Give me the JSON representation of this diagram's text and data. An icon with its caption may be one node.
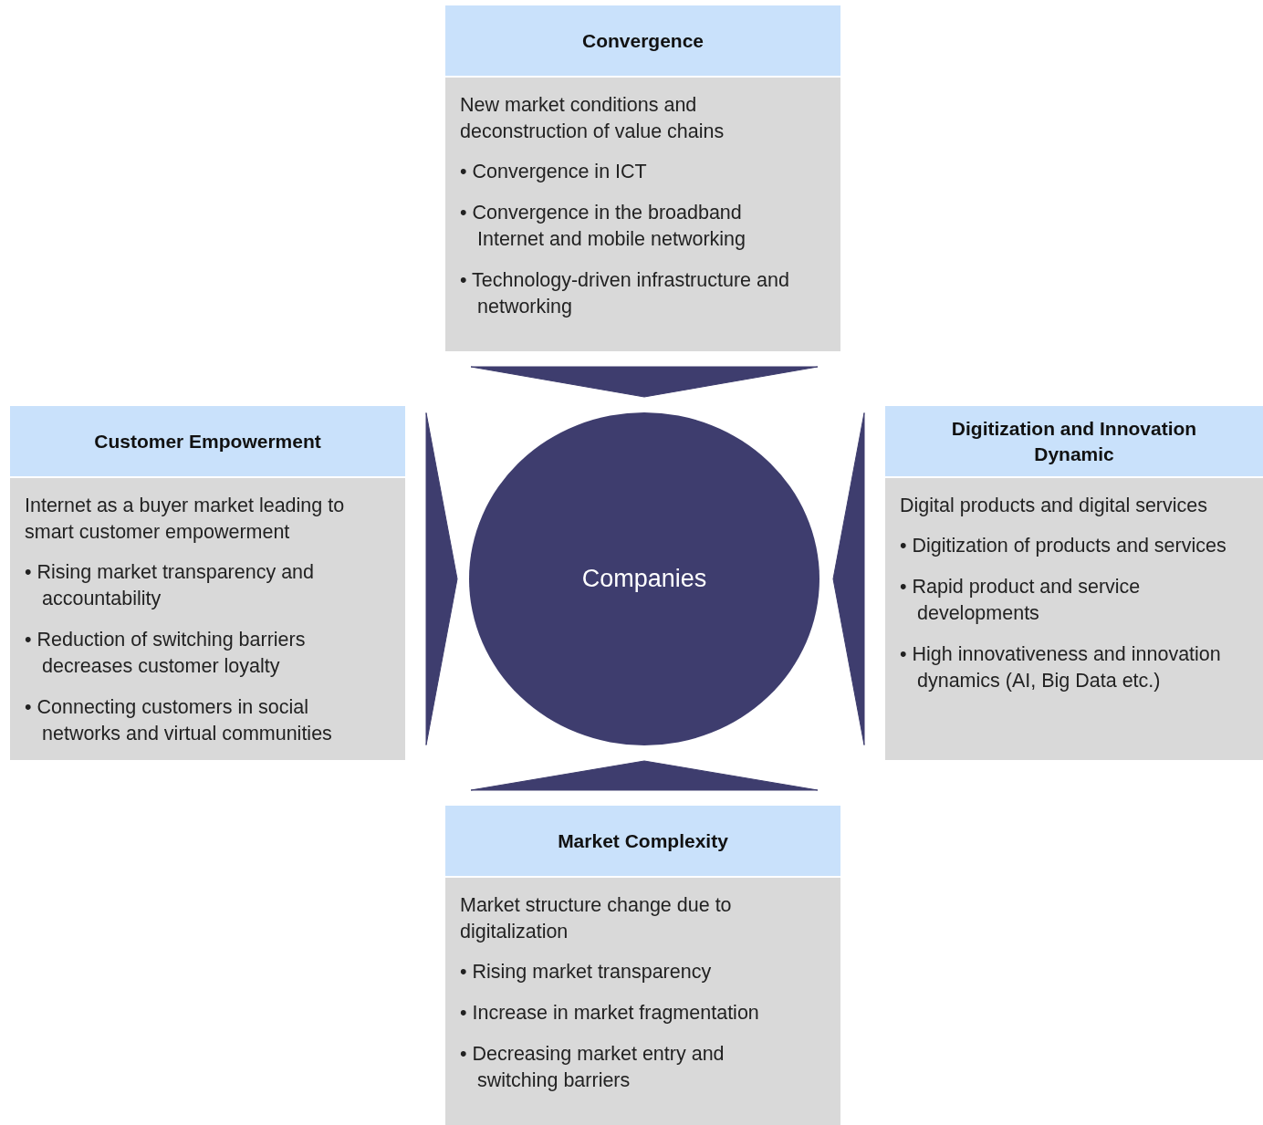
{
  "diagram": {
    "nodes": [
      {
        "text": [
          "Convergence",
          "New market conditions and deconstruction of value chains",
          "• Convergence in ICT",
          "• Convergence in the broadband Internet and mobile networking",
          "• Technology-driven infrastructure and networking"
        ]
      },
      {
        "text": [
          "Customer Empowerment",
          "Internet as a buyer market leading to smart customer empowerment",
          "• Rising market transparency and accountability",
          "• Reduction of switching barriers decreases customer loyalty",
          "• Connecting customers in social networks and virtual communities"
        ]
      },
      {
        "text": [
          "Companies"
        ]
      },
      {
        "text": [
          "Digitization and Innovation Dynamic",
          "Digital products and digital services",
          "• Digitization of products and services",
          "• Rapid product and service developments",
          "• High innovativeness and innovation dynamics (AI, Big Data etc.)"
        ]
      },
      {
        "text": [
          "Market Complexity",
          "Market structure change due to digitalization",
          "• Rising market transparency",
          "• Increase in market fragmentation",
          "• Decreasing market entry and switching barriers"
        ]
      }
    ],
    "edges": [
      {
        "from": 0,
        "to": 2,
        "arrow": "to"
      },
      {
        "from": 1,
        "to": 2,
        "arrow": "to"
      },
      {
        "from": 3,
        "to": 2,
        "arrow": "to"
      },
      {
        "from": 4,
        "to": 2,
        "arrow": "to"
      }
    ]
  }
}
